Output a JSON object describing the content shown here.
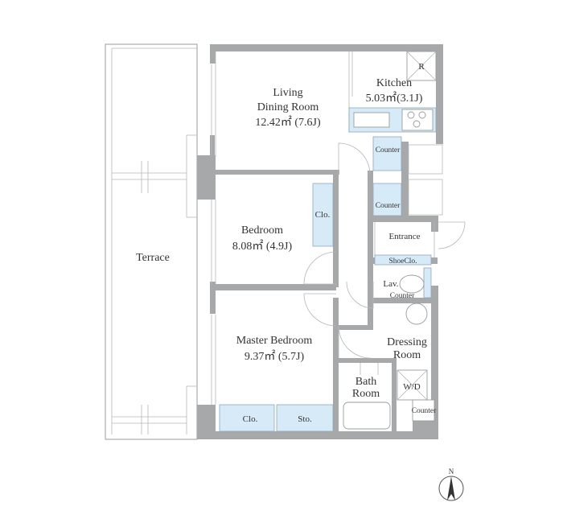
{
  "rooms": {
    "living": {
      "name1": "Living",
      "name2": "Dining Room",
      "area": "12.42㎡ (7.6J)"
    },
    "kitchen": {
      "name": "Kitchen",
      "area": "5.03㎡(3.1J)",
      "fridge": "R"
    },
    "bedroom": {
      "name": "Bedroom",
      "area": "8.08㎡ (4.9J)"
    },
    "master": {
      "name": "Master Bedroom",
      "area": "9.37㎡ (5.7J)"
    },
    "terrace": {
      "name": "Terrace"
    },
    "entrance": {
      "name": "Entrance"
    },
    "dressing": {
      "name1": "Dressing",
      "name2": "Room"
    },
    "bath": {
      "name1": "Bath",
      "name2": "Room"
    },
    "lav": {
      "name": "Lav."
    }
  },
  "fixtures": {
    "counter": "Counter",
    "closet": "Clo.",
    "storage": "Sto.",
    "shoe_closet": "ShoeClo.",
    "washer_dryer": "W/D"
  },
  "compass": {
    "north": "N"
  }
}
